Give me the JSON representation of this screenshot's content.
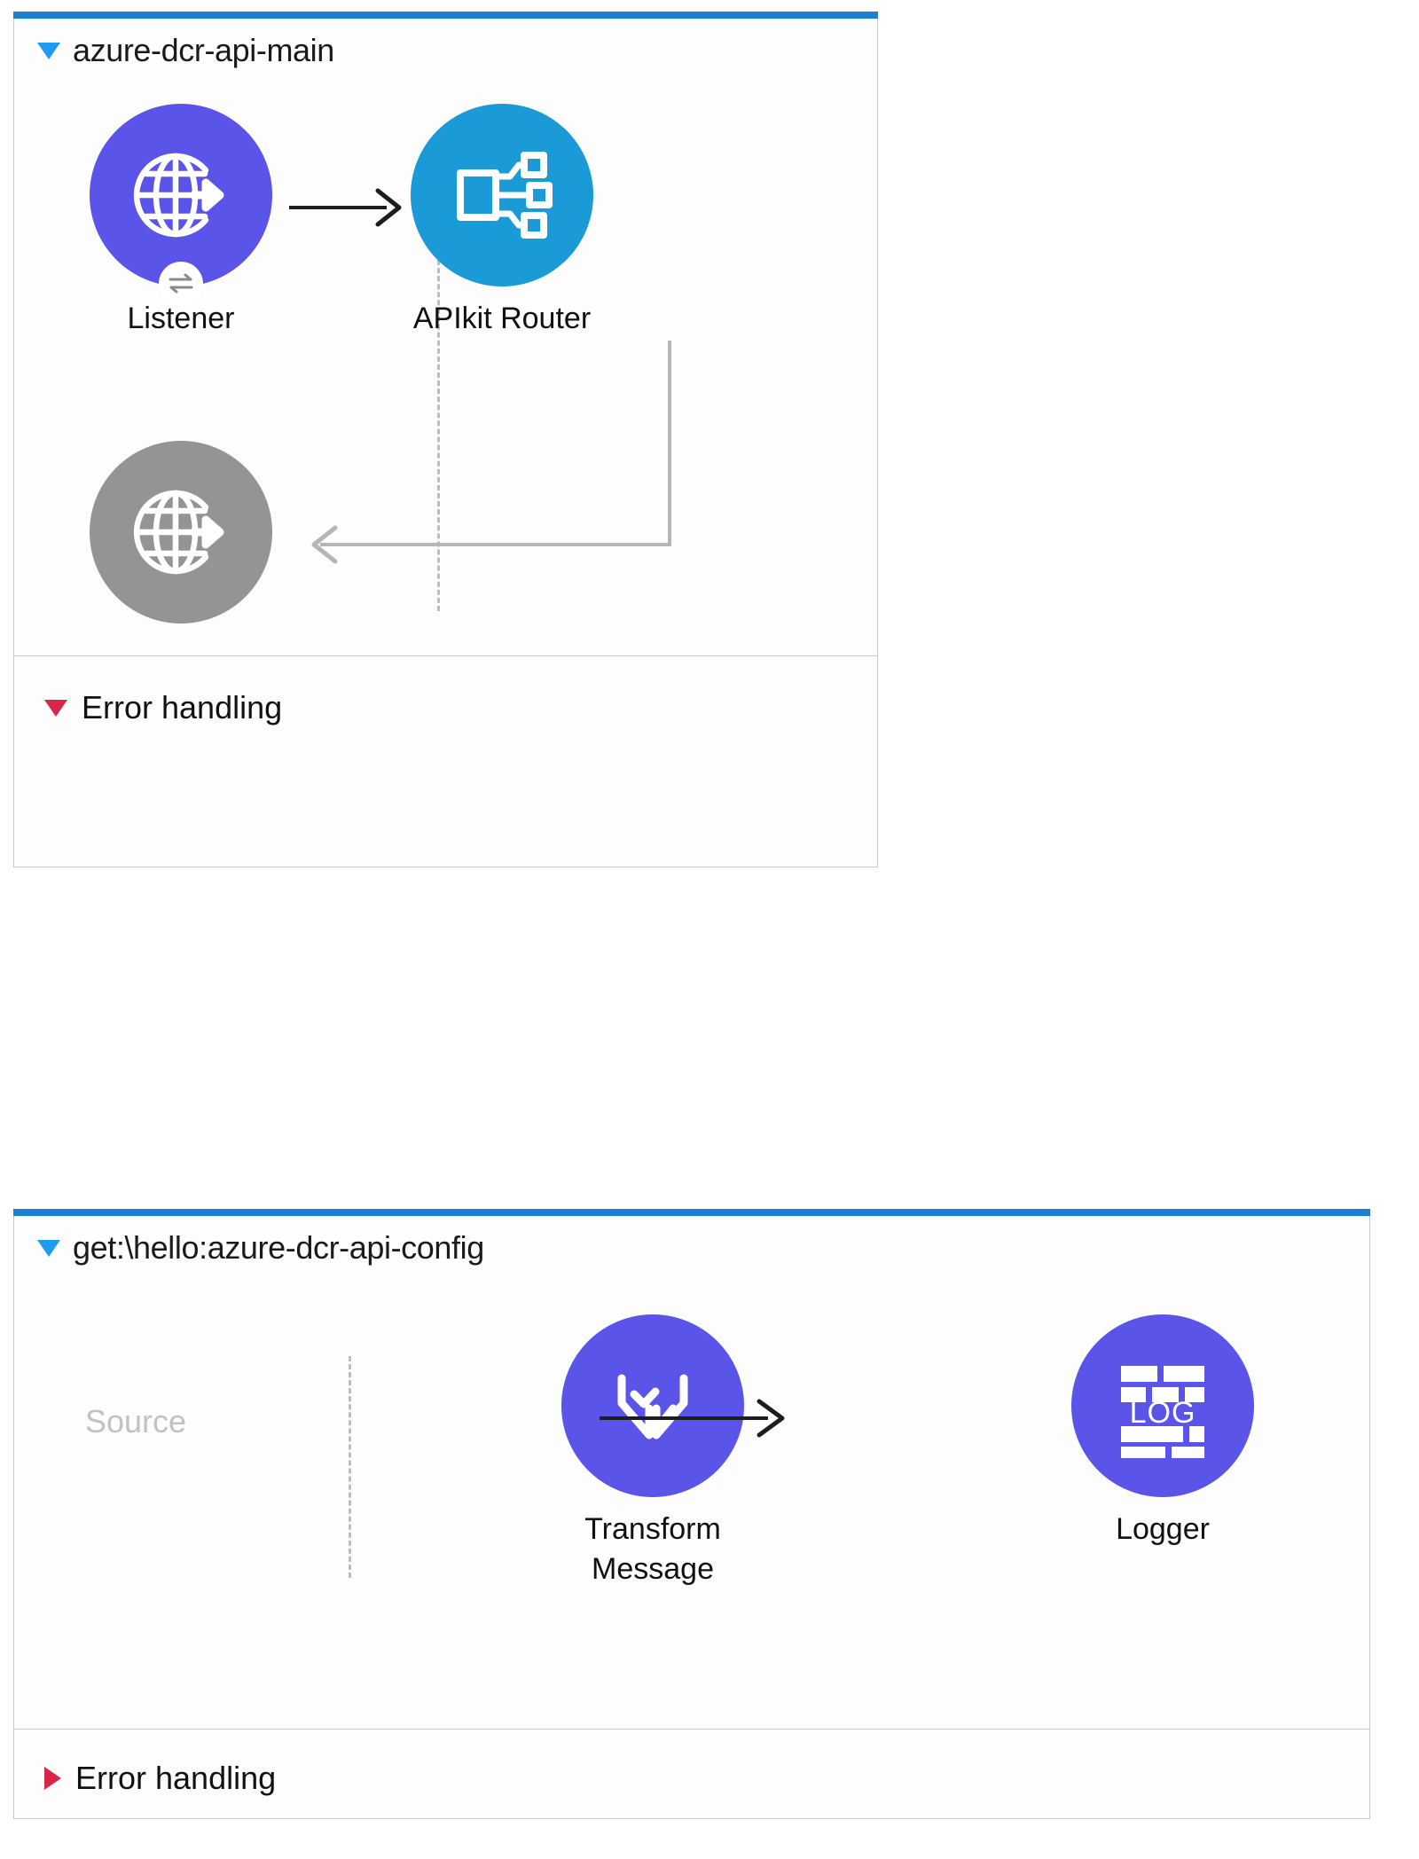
{
  "canvas": {
    "background": "#ffffff",
    "accent_blue": "#1b7fd4",
    "error_red": "#d6264a",
    "violet": "#5a55e8",
    "cyan": "#1a9bd7",
    "gray": "#949494"
  },
  "flows": [
    {
      "id": "main-flow",
      "title": "azure-dcr-api-main",
      "expanded": true,
      "toggle_icon": "triangle-down-icon",
      "nodes": [
        {
          "id": "listener",
          "label": "Listener",
          "icon": "http-listener-globe-icon",
          "color": "#5a55e8",
          "badge": "request-response-icon",
          "enabled": true
        },
        {
          "id": "apikit-router",
          "label": "APIkit Router",
          "icon": "apikit-router-icon",
          "color": "#1a9bd7",
          "badge": null,
          "enabled": true
        },
        {
          "id": "listener-response",
          "label": "",
          "icon": "http-listener-globe-icon",
          "color": "#949494",
          "badge": null,
          "enabled": false
        }
      ],
      "connectors": [
        {
          "from": "listener",
          "to": "apikit-router",
          "style": "solid-dark-arrow"
        },
        {
          "from": "apikit-router",
          "to": "listener-response",
          "style": "gray-elbow-arrow"
        }
      ],
      "error_handling": {
        "label": "Error handling",
        "expanded": true,
        "toggle_icon": "triangle-down-icon"
      }
    },
    {
      "id": "get-hello-flow",
      "title": "get:\\hello:azure-dcr-api-config",
      "expanded": true,
      "toggle_icon": "triangle-down-icon",
      "source_placeholder": "Source",
      "nodes": [
        {
          "id": "transform-message",
          "label": "Transform\nMessage",
          "icon": "dataweave-transform-icon",
          "color": "#5a55e8",
          "badge": null,
          "enabled": true
        },
        {
          "id": "logger",
          "label": "Logger",
          "icon": "log-icon",
          "color": "#5a55e8",
          "badge": null,
          "enabled": true
        }
      ],
      "connectors": [
        {
          "from": "transform-message",
          "to": "logger",
          "style": "solid-dark-arrow"
        }
      ],
      "error_handling": {
        "label": "Error handling",
        "expanded": false,
        "toggle_icon": "triangle-right-icon"
      }
    }
  ]
}
